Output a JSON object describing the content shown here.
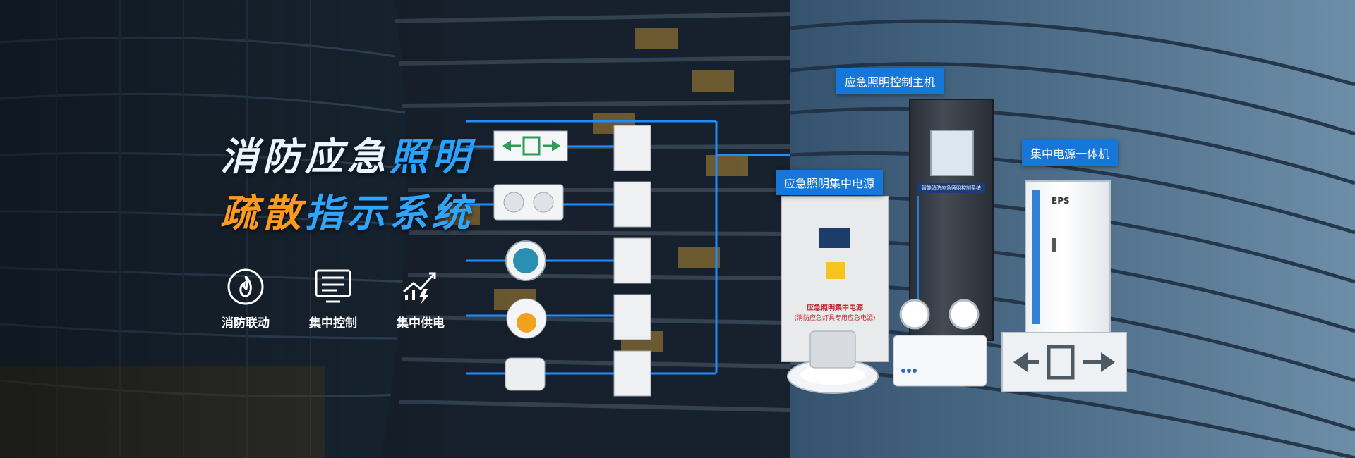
{
  "banner": {
    "title_line1_part1": "消防应急",
    "title_line1_part2": "照明",
    "title_line2_part1": "疏散",
    "title_line2_part2": "指示系统"
  },
  "features": [
    {
      "label": "消防联动",
      "icon": "fire-icon"
    },
    {
      "label": "集中控制",
      "icon": "control-panel-icon"
    },
    {
      "label": "集中供电",
      "icon": "power-supply-icon"
    }
  ],
  "products": {
    "control_host_label": "应急照明控制主机",
    "central_power_label": "应急照明集中电源",
    "eps_label": "集中电源一体机",
    "eps_badge": "EPS",
    "warning_text": "应急照明集中电源",
    "warning_sub": "(消防应急灯具专用应急电源)",
    "controller_screen_text": "智能消防应急照明控制系统"
  },
  "colors": {
    "accent_blue": "#1777d8",
    "title_orange": "#ff9a1f",
    "line_blue": "#1f8cff"
  }
}
